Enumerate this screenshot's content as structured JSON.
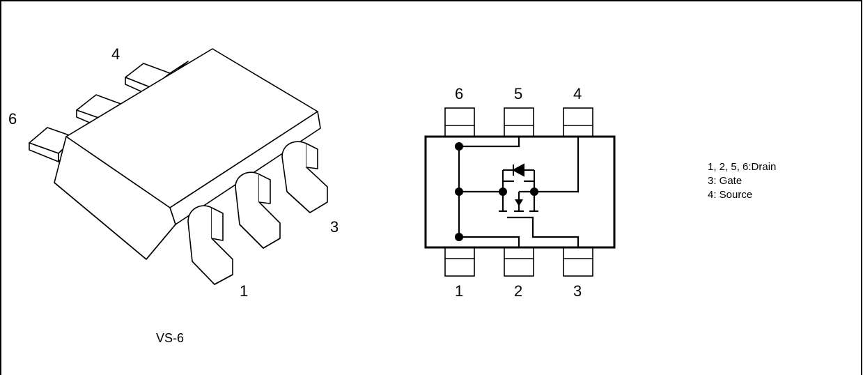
{
  "package": {
    "name": "VS-6",
    "pin_labels": {
      "p1": "1",
      "p3": "3",
      "p4": "4",
      "p6": "6"
    }
  },
  "schematic": {
    "top_pins": [
      "6",
      "5",
      "4"
    ],
    "bottom_pins": [
      "1",
      "2",
      "3"
    ]
  },
  "legend": {
    "lines": [
      "1, 2, 5, 6:Drain",
      "3: Gate",
      "4: Source"
    ]
  }
}
